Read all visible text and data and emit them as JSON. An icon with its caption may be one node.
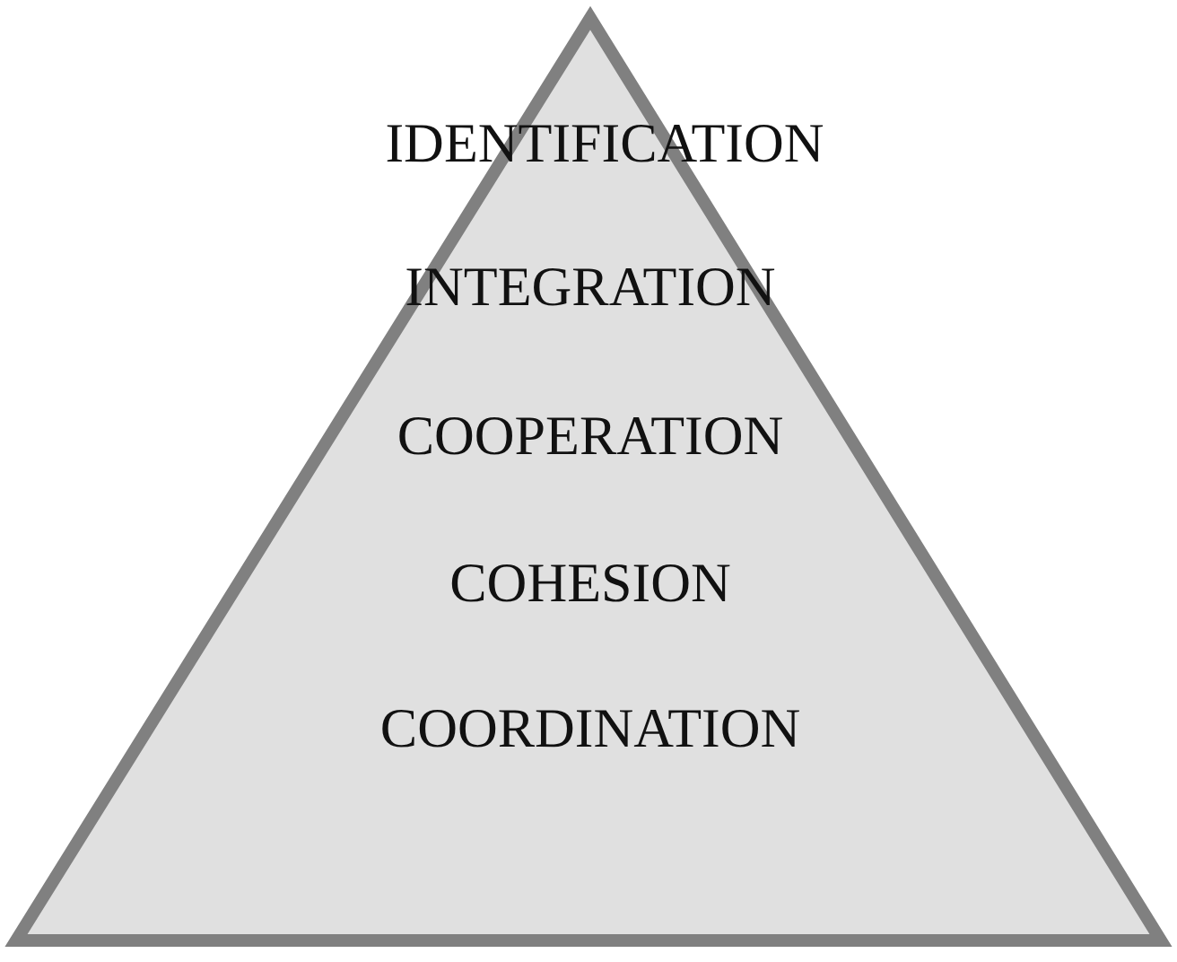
{
  "diagram": {
    "nodes": [
      {
        "text": [
          "IDENTIFICATION",
          "INTEGRATION",
          "COOPERATION",
          "COHESION",
          "COORDINATION"
        ]
      }
    ]
  }
}
